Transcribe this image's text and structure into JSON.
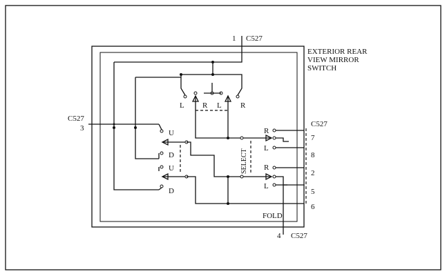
{
  "title_lines": [
    "EXTERIOR REAR",
    "VIEW MIRROR",
    "SWITCH"
  ],
  "connectors": {
    "top": {
      "pin": "1",
      "name": "C527"
    },
    "left": {
      "pin": "3",
      "name": "C527"
    },
    "right": {
      "name": "C527",
      "pins": [
        "7",
        "8",
        "2",
        "5",
        "6"
      ]
    },
    "bottom": {
      "pin": "4",
      "name": "C527"
    }
  },
  "switch_labels": {
    "top_l_outer": "L",
    "top_r_inner": "R",
    "top_l_inner": "L",
    "top_r_outer": "R",
    "up_1": "U",
    "down_1": "D",
    "up_2": "U",
    "down_2": "D",
    "right_r_1": "R",
    "right_l_1": "L",
    "right_r_2": "R",
    "right_l_2": "L"
  },
  "select_label": "SELECT",
  "fold_label": "FOLD"
}
